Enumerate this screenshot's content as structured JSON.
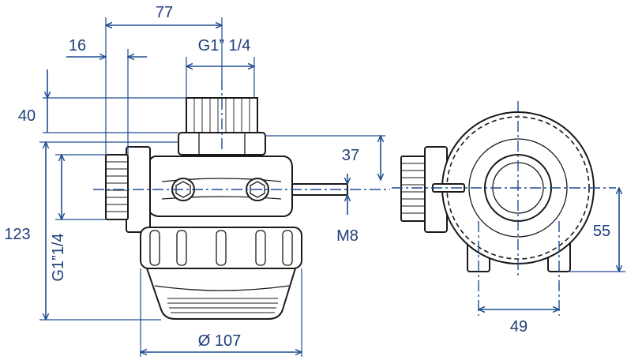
{
  "colors": {
    "dimension": "#1f4d8f",
    "text": "#1f3e7a",
    "outline": "#1a1a1a",
    "background": "#ffffff"
  },
  "side_view": {
    "dim_overall_width": "77",
    "dim_inlet_offset": "16",
    "dim_top_thread": "G1” 1/4",
    "dim_top_height": "40",
    "dim_total_height": "123",
    "dim_side_thread": "G1”1/4",
    "dim_bolt_offset": "37",
    "dim_bolt": "M8",
    "dim_bowl_diameter": "Ø 107"
  },
  "top_view": {
    "dim_axis_height": "55",
    "dim_foot_spacing": "49"
  }
}
